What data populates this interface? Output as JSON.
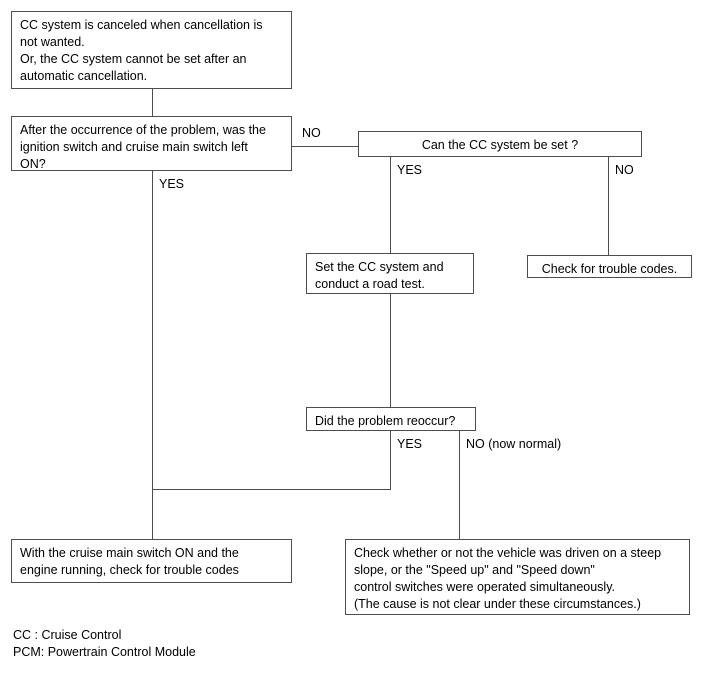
{
  "diagram": {
    "title": "Cruise Control System Troubleshooting Flowchart",
    "line_color": "#4d4d4d",
    "text_color": "#000000",
    "background": "#ffffff"
  },
  "boxes": {
    "symptom": {
      "text": "CC system is canceled when cancellation is\nnot wanted.\nOr, the CC system cannot be set after an\nautomatic cancellation."
    },
    "question_ignition": {
      "text": "After the occurrence of the problem, was the\nignition switch and cruise main switch left\nON?"
    },
    "question_can_set": {
      "text": "Can the CC system be set ?"
    },
    "check_trouble_codes_right": {
      "text": "Check for trouble codes."
    },
    "set_cc_road_test": {
      "text": "Set the CC system and\nconduct a road test."
    },
    "question_reoccur": {
      "text": "Did the problem reoccur?"
    },
    "cruise_switch_on_check": {
      "text": "With the cruise main switch ON and the\nengine running, check for trouble codes"
    },
    "check_steep_slope": {
      "text": "Check whether or not the vehicle was driven on a steep\nslope, or the \"Speed up\" and \"Speed down\"\n control switches were operated simultaneously.\n(The cause is not clear under these circumstances.)"
    }
  },
  "labels": {
    "ignition_no": "NO",
    "ignition_yes": "YES",
    "can_set_yes": "YES",
    "can_set_no": "NO",
    "reoccur_yes": "YES",
    "reoccur_no": "NO (now normal)"
  },
  "legend": {
    "text": "CC : Cruise Control\nPCM: Powertrain Control Module"
  }
}
